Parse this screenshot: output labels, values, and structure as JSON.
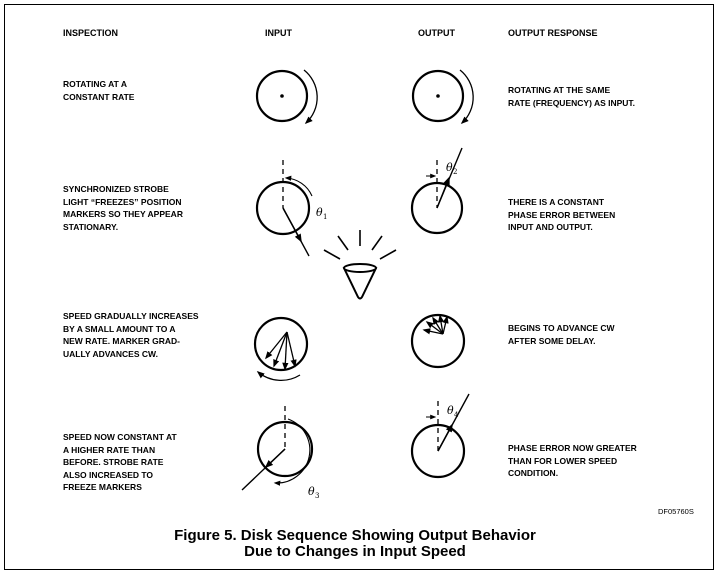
{
  "headers": {
    "inspection": "INSPECTION",
    "input": "INPUT",
    "output": "OUTPUT",
    "output_response": "OUTPUT RESPONSE"
  },
  "rows": [
    {
      "inspection": "ROTATING AT A\nCONSTANT RATE",
      "response": "ROTATING AT THE SAME\nRATE (FREQUENCY) AS INPUT."
    },
    {
      "inspection": "SYNCHRONIZED STROBE\nLIGHT “FREEZES” POSITION\nMARKERS SO THEY APPEAR\nSTATIONARY.",
      "response": "THERE IS A CONSTANT\nPHASE ERROR BETWEEN\nINPUT AND OUTPUT."
    },
    {
      "inspection": "SPEED GRADUALLY INCREASES\nBY A SMALL AMOUNT TO A\nNEW RATE. MARKER GRAD-\nUALLY ADVANCES CW.",
      "response": "BEGINS TO ADVANCE CW\nAFTER SOME DELAY."
    },
    {
      "inspection": "SPEED NOW CONSTANT AT\nA HIGHER RATE THAN\nBEFORE. STROBE RATE\nALSO INCREASED TO\nFREEZE MARKERS",
      "response": "PHASE ERROR NOW GREATER\nTHAN FOR LOWER SPEED\nCONDITION."
    }
  ],
  "angle_labels": {
    "symbol": "θ",
    "theta1": "1",
    "theta2": "2",
    "theta3": "3",
    "theta4": "4"
  },
  "figure_code": "DF05760S",
  "caption": {
    "line1": "Figure 5. Disk Sequence Showing Output Behavior",
    "line2": "Due to Changes in Input Speed"
  }
}
